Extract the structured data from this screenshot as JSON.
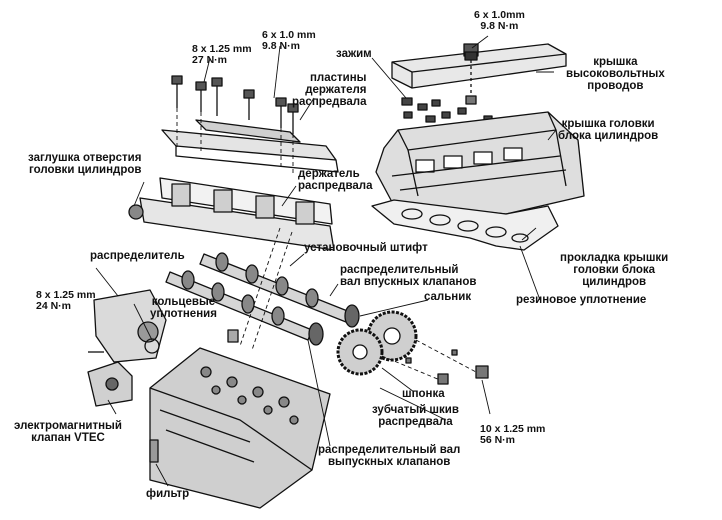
{
  "labels": {
    "spec_top_right": [
      "6 x 1.0mm",
      "9.8 N·m"
    ],
    "spec_top_mid": [
      "6 x 1.0 mm",
      "9.8 N·m"
    ],
    "spec_top_left": [
      "8 x 1.25 mm",
      "27 N·m"
    ],
    "clamp": "зажим",
    "cam_holder_plates": [
      "пластины",
      "держателя",
      "распредвала"
    ],
    "hv_wire_cover": [
      "крышка",
      "высоковольтных",
      "проводов"
    ],
    "head_cover": [
      "крышка головки",
      "блока цилиндров"
    ],
    "plug": [
      "заглушка отверстия",
      "головки цилиндров"
    ],
    "cam_holder": [
      "держатель",
      "распредвала"
    ],
    "cover_gasket": [
      "прокладка крышки",
      "головки блока",
      "цилиндров"
    ],
    "camshaft_left": "распределитель",
    "dowel_pin": "установочный штифт",
    "intake_cam": [
      "распределительный",
      "вал впускных клапанов"
    ],
    "seal": "сальник",
    "spec_left": [
      "8 x 1.25 mm",
      "24 N·m"
    ],
    "o_rings": [
      "кольцевые",
      "уплотнения"
    ],
    "rubber_seal": "резиновое уплотнение",
    "key": "шпонка",
    "sprocket": [
      "зубчатый шкив",
      "распредвала"
    ],
    "spec_bottom_right": [
      "10 x 1.25 mm",
      "56 N·m"
    ],
    "vtec_solenoid": [
      "электромагнитный",
      "клапан VTEC"
    ],
    "exhaust_cam": [
      "распределительный вал",
      "выпускных клапанов"
    ],
    "filter": "фильтр"
  },
  "colors": {
    "ink": "#111111",
    "paper": "#ffffff"
  }
}
